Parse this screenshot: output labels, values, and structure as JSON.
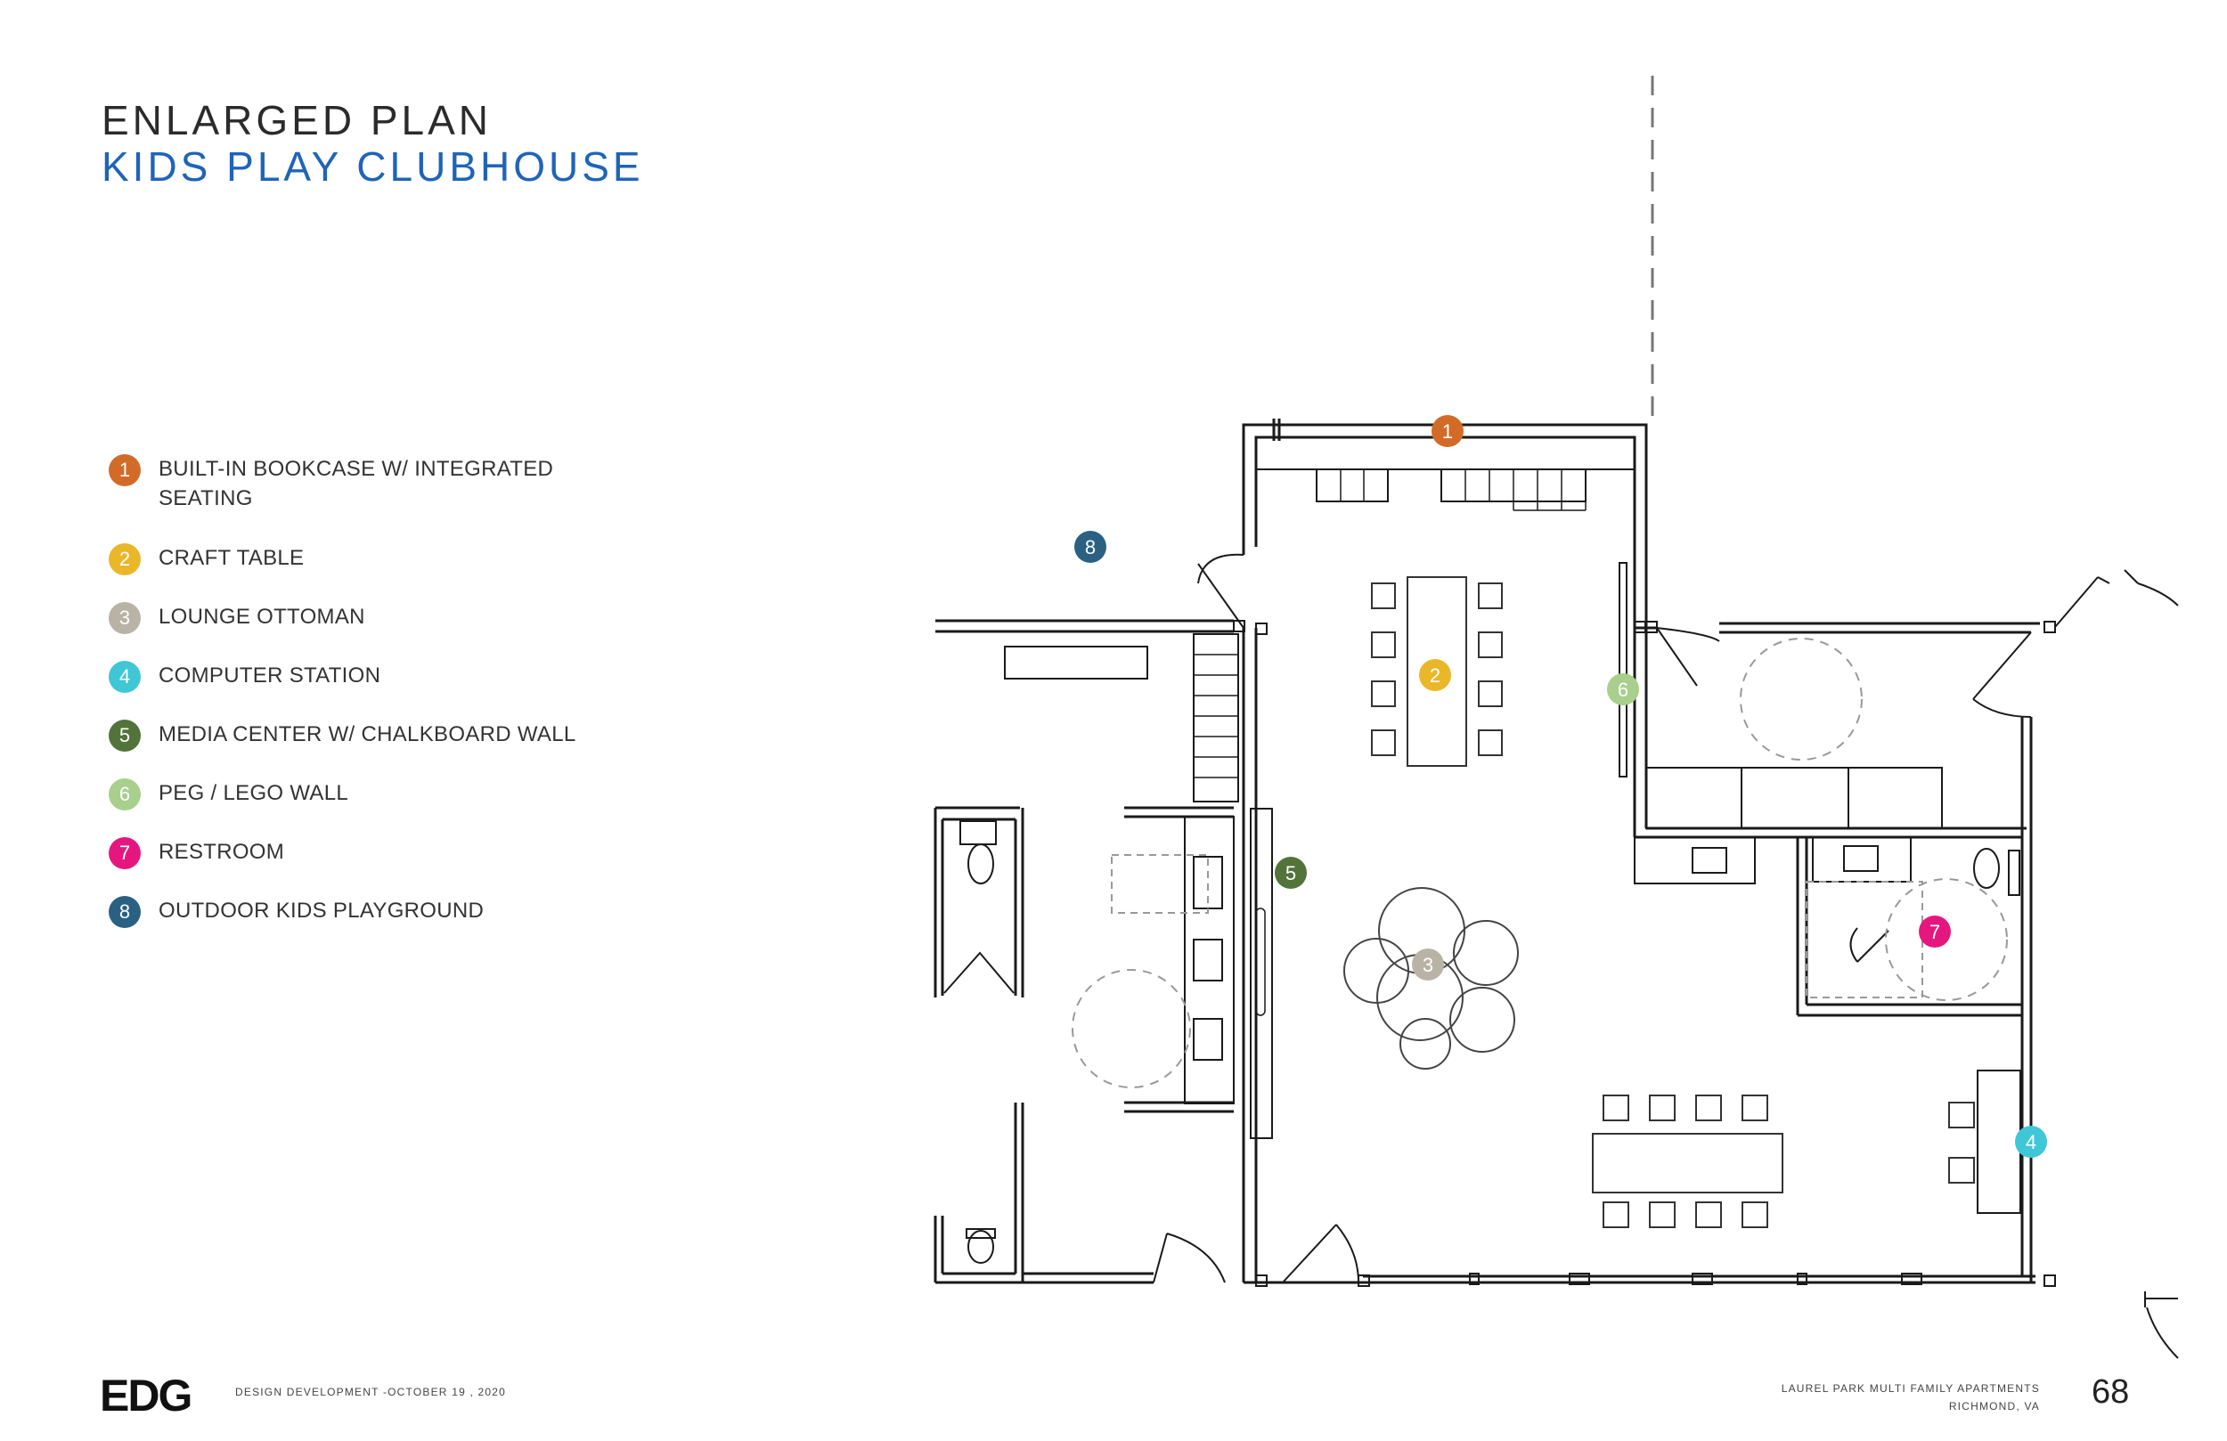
{
  "header": {
    "title": "ENLARGED PLAN",
    "subtitle": "KIDS PLAY CLUBHOUSE"
  },
  "legend": {
    "items": [
      {
        "number": "1",
        "label": "BUILT-IN BOOKCASE W/ INTEGRATED",
        "label2": "SEATING",
        "color": "#d36b28"
      },
      {
        "number": "2",
        "label": "CRAFT TABLE",
        "color": "#eab72a"
      },
      {
        "number": "3",
        "label": "LOUNGE OTTOMAN",
        "color": "#b9b3a6"
      },
      {
        "number": "4",
        "label": "COMPUTER STATION",
        "color": "#3fc7d6"
      },
      {
        "number": "5",
        "label": "MEDIA CENTER W/ CHALKBOARD WALL",
        "color": "#52733a"
      },
      {
        "number": "6",
        "label": "PEG / LEGO WALL",
        "color": "#a8cf8c"
      },
      {
        "number": "7",
        "label": "RESTROOM",
        "color": "#e5177f"
      },
      {
        "number": "8",
        "label": "OUTDOOR KIDS PLAYGROUND",
        "color": "#2a6183"
      }
    ]
  },
  "plan": {
    "markers": [
      {
        "number": "1",
        "color": "#d36b28"
      },
      {
        "number": "2",
        "color": "#eab72a"
      },
      {
        "number": "3",
        "color": "#b9b3a6"
      },
      {
        "number": "4",
        "color": "#3fc7d6"
      },
      {
        "number": "5",
        "color": "#52733a"
      },
      {
        "number": "6",
        "color": "#a8cf8c"
      },
      {
        "number": "7",
        "color": "#e5177f"
      },
      {
        "number": "8",
        "color": "#2a6183"
      }
    ]
  },
  "footer": {
    "logo": "EDG",
    "document": "DESIGN DEVELOPMENT -OCTOBER 19 , 2020",
    "project_line1": "LAUREL PARK MULTI FAMILY APARTMENTS",
    "project_line2": "RICHMOND, VA",
    "page_number": "68"
  }
}
